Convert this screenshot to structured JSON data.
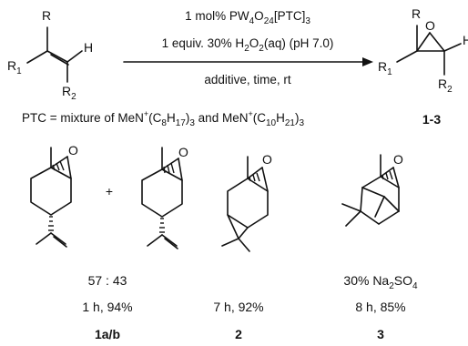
{
  "reaction": {
    "reactant": {
      "R": "R",
      "R1": "R",
      "R1_sub": "1",
      "H": "H",
      "R2": "R",
      "R2_sub": "2"
    },
    "conditions": {
      "line1_pre": "1 mol% PW",
      "line1_s1": "4",
      "line1_mid": "O",
      "line1_s2": "24",
      "line1_post": "[PTC]",
      "line1_s3": "3",
      "line2_pre": "1 equiv. 30% H",
      "line2_s1": "2",
      "line2_mid": "O",
      "line2_s2": "2",
      "line2_post": "(aq) (pH 7.0)",
      "below": "additive, time, rt"
    },
    "product": {
      "R": "R",
      "O": "O",
      "R1": "R",
      "R1_sub": "1",
      "R2": "R",
      "R2_sub": "2",
      "H": "H",
      "label": "1-3"
    },
    "ptc": {
      "a": "PTC = mixture of MeN",
      "plus1": "+",
      "b": "(C",
      "s1": "8",
      "c": "H",
      "s2": "17",
      "d": ")",
      "s3": "3",
      "e": " and MeN",
      "plus2": "+",
      "f": "(C",
      "s4": "10",
      "g": "H",
      "s5": "21",
      "h": ")",
      "s6": "3"
    }
  },
  "compounds": [
    {
      "O": "O",
      "O2": "O",
      "plus": "+",
      "ratio": "57 : 43",
      "result": "1 h, 94%",
      "label": "1a/b"
    },
    {
      "O": "O",
      "result": "7 h, 92%",
      "label": "2"
    },
    {
      "O": "O",
      "additive_pre": "30% Na",
      "additive_s1": "2",
      "additive_mid": "SO",
      "additive_s2": "4",
      "result": "8 h, 85%",
      "label": "3"
    }
  ]
}
